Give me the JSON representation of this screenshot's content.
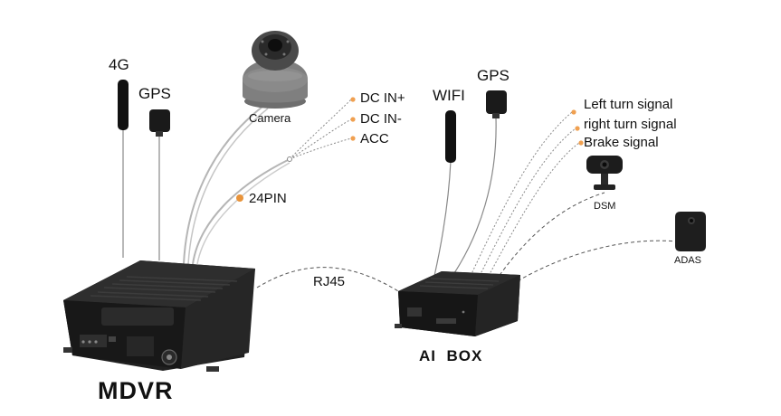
{
  "devices": {
    "mdvr": {
      "label": "MDVR"
    },
    "ai_box": {
      "label": "AI  BOX"
    },
    "camera": {
      "label": "Camera"
    },
    "dsm": {
      "label": "DSM"
    },
    "adas": {
      "label": "ADAS"
    }
  },
  "antennas": {
    "mdvr_4g": {
      "label": "4G"
    },
    "mdvr_gps": {
      "label": "GPS"
    },
    "ai_wifi": {
      "label": "WIFI"
    },
    "ai_gps": {
      "label": "GPS"
    }
  },
  "connections": {
    "rj45": {
      "label": "RJ45"
    },
    "pin24": {
      "label": "24PIN"
    }
  },
  "power_inputs": [
    {
      "label": "DC IN+"
    },
    {
      "label": "DC IN-"
    },
    {
      "label": "ACC"
    }
  ],
  "signal_inputs": [
    {
      "label": "Left turn signal"
    },
    {
      "label": "right turn signal"
    },
    {
      "label": "Brake signal"
    }
  ],
  "colors": {
    "connector_dot": "#f0a050",
    "pin_dot": "#e8933a",
    "wire": "#8a8a8a",
    "device_body": "#1e1e1e"
  }
}
